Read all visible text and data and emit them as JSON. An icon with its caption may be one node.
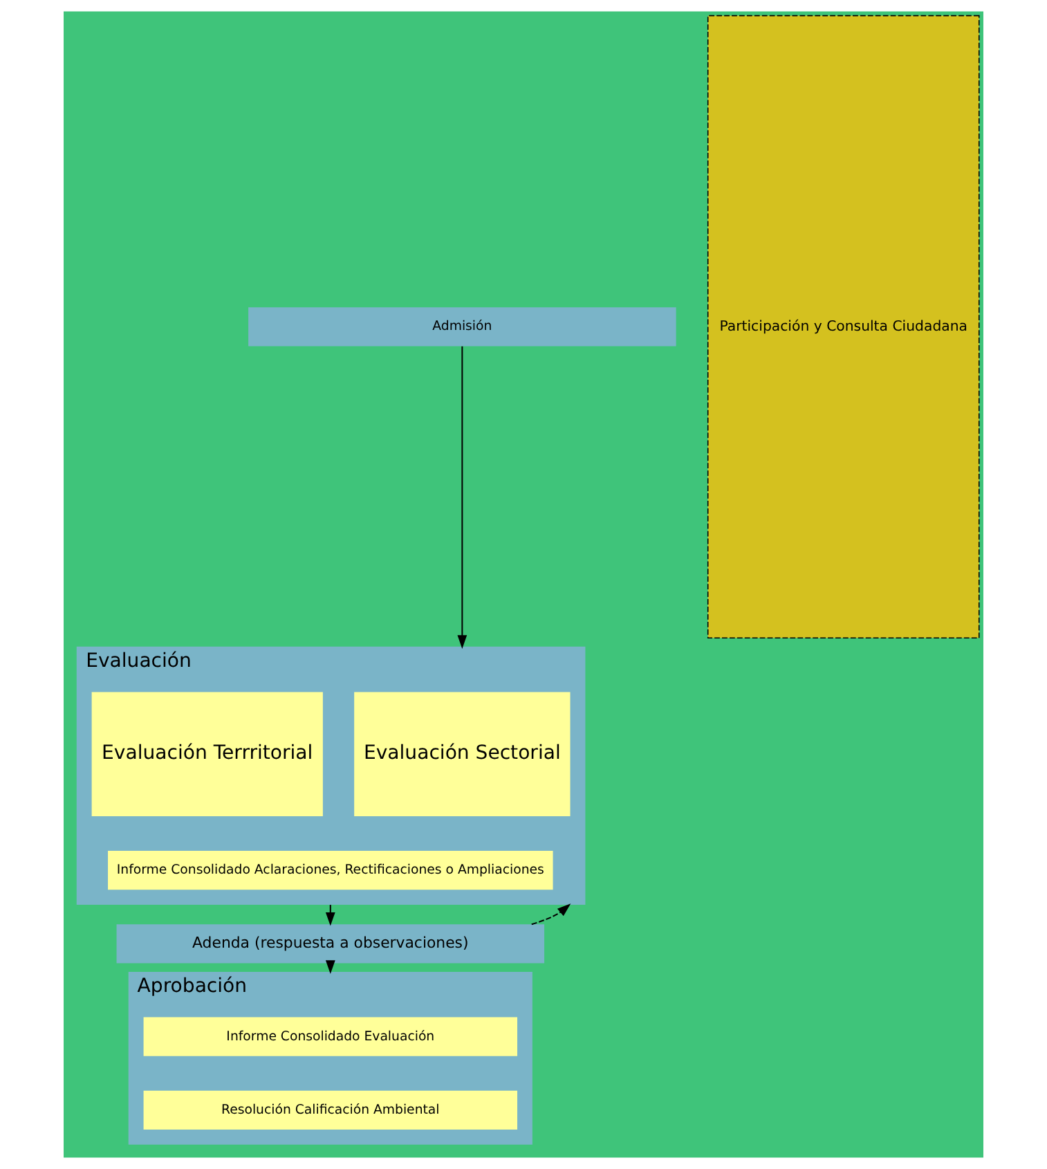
{
  "diagram": {
    "nodes": [
      {
        "text": [
          "Admisión"
        ]
      },
      {
        "text": [
          "Evaluación"
        ]
      },
      {
        "text": [
          "Evaluación Sectorial"
        ],
        "in": 1
      },
      {
        "text": [
          "Evaluación Terrritorial"
        ],
        "in": 1
      },
      {
        "text": [
          "Informe Consolidado Aclaraciones, Rectificaciones o Ampliaciones"
        ],
        "in": 1
      },
      {
        "text": [
          "Adenda (respuesta a observaciones)"
        ]
      },
      {
        "text": [
          "Aprobación"
        ]
      },
      {
        "text": [
          "Informe Consolidado Evaluación"
        ],
        "in": 6
      },
      {
        "text": [
          "Resolución Calificación Ambiental"
        ],
        "in": 6
      },
      {
        "text": [
          "Participación y Consulta Ciudadana"
        ]
      }
    ],
    "edges": [
      {
        "from": 0,
        "to": 1,
        "arrow": "to"
      },
      {
        "from": 1,
        "to": 5,
        "arrow": "to"
      },
      {
        "from": 5,
        "to": 1,
        "arrow": "to",
        "style": "dashed"
      },
      {
        "from": 5,
        "to": 6,
        "arrow": "to"
      }
    ]
  }
}
